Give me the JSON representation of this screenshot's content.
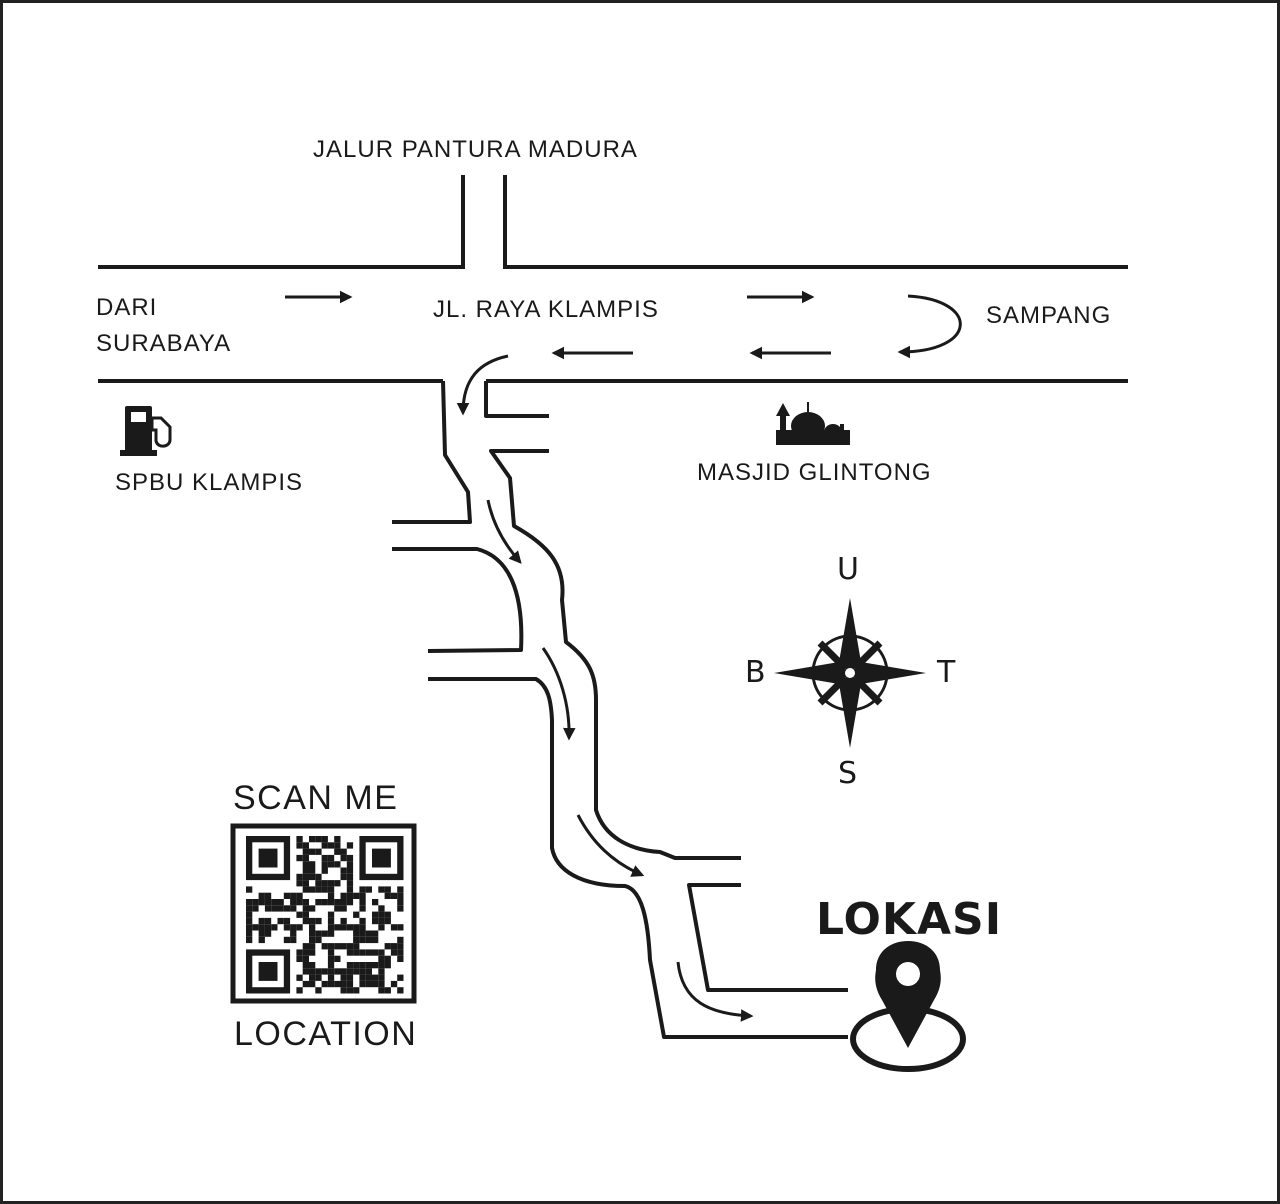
{
  "colors": {
    "ink": "#1a1a1a",
    "background": "#ffffff"
  },
  "roads": {
    "north": "JALUR PANTURA MADURA",
    "main": "JL. RAYA KLAMPIS",
    "from_west_line1": "DARI",
    "from_west_line2": "SURABAYA",
    "east": "SAMPANG"
  },
  "landmarks": {
    "gas_station": {
      "label": "SPBU KLAMPIS",
      "icon": "fuel-pump-icon"
    },
    "mosque": {
      "label": "MASJID GLINTONG",
      "icon": "mosque-icon"
    }
  },
  "compass": {
    "north": "U",
    "south": "S",
    "west": "B",
    "east": "T"
  },
  "destination": {
    "label": "LOKASI",
    "icon": "location-pin-icon"
  },
  "qr": {
    "top_label": "SCAN ME",
    "bottom_label": "LOCATION",
    "icon": "qr-code-icon"
  }
}
